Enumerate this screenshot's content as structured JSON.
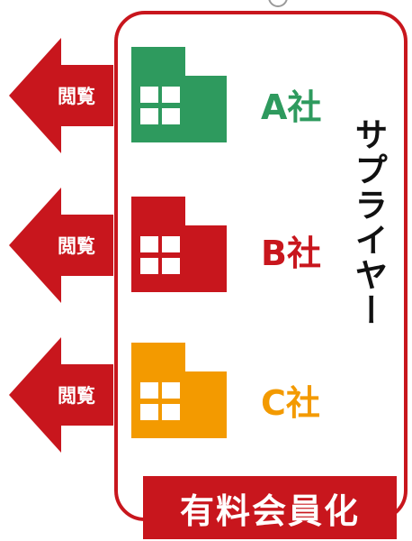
{
  "arrows": [
    {
      "label": "閲覧"
    },
    {
      "label": "閲覧"
    },
    {
      "label": "閲覧"
    }
  ],
  "companies": [
    {
      "name": "A社",
      "color": "#2e9a5e"
    },
    {
      "name": "B社",
      "color": "#c8161d"
    },
    {
      "name": "C社",
      "color": "#f39a00"
    }
  ],
  "supplier_label": "サプライヤー",
  "membership_label": "有料会員化",
  "colors": {
    "arrow": "#c8161d",
    "frame": "#c8161d"
  }
}
